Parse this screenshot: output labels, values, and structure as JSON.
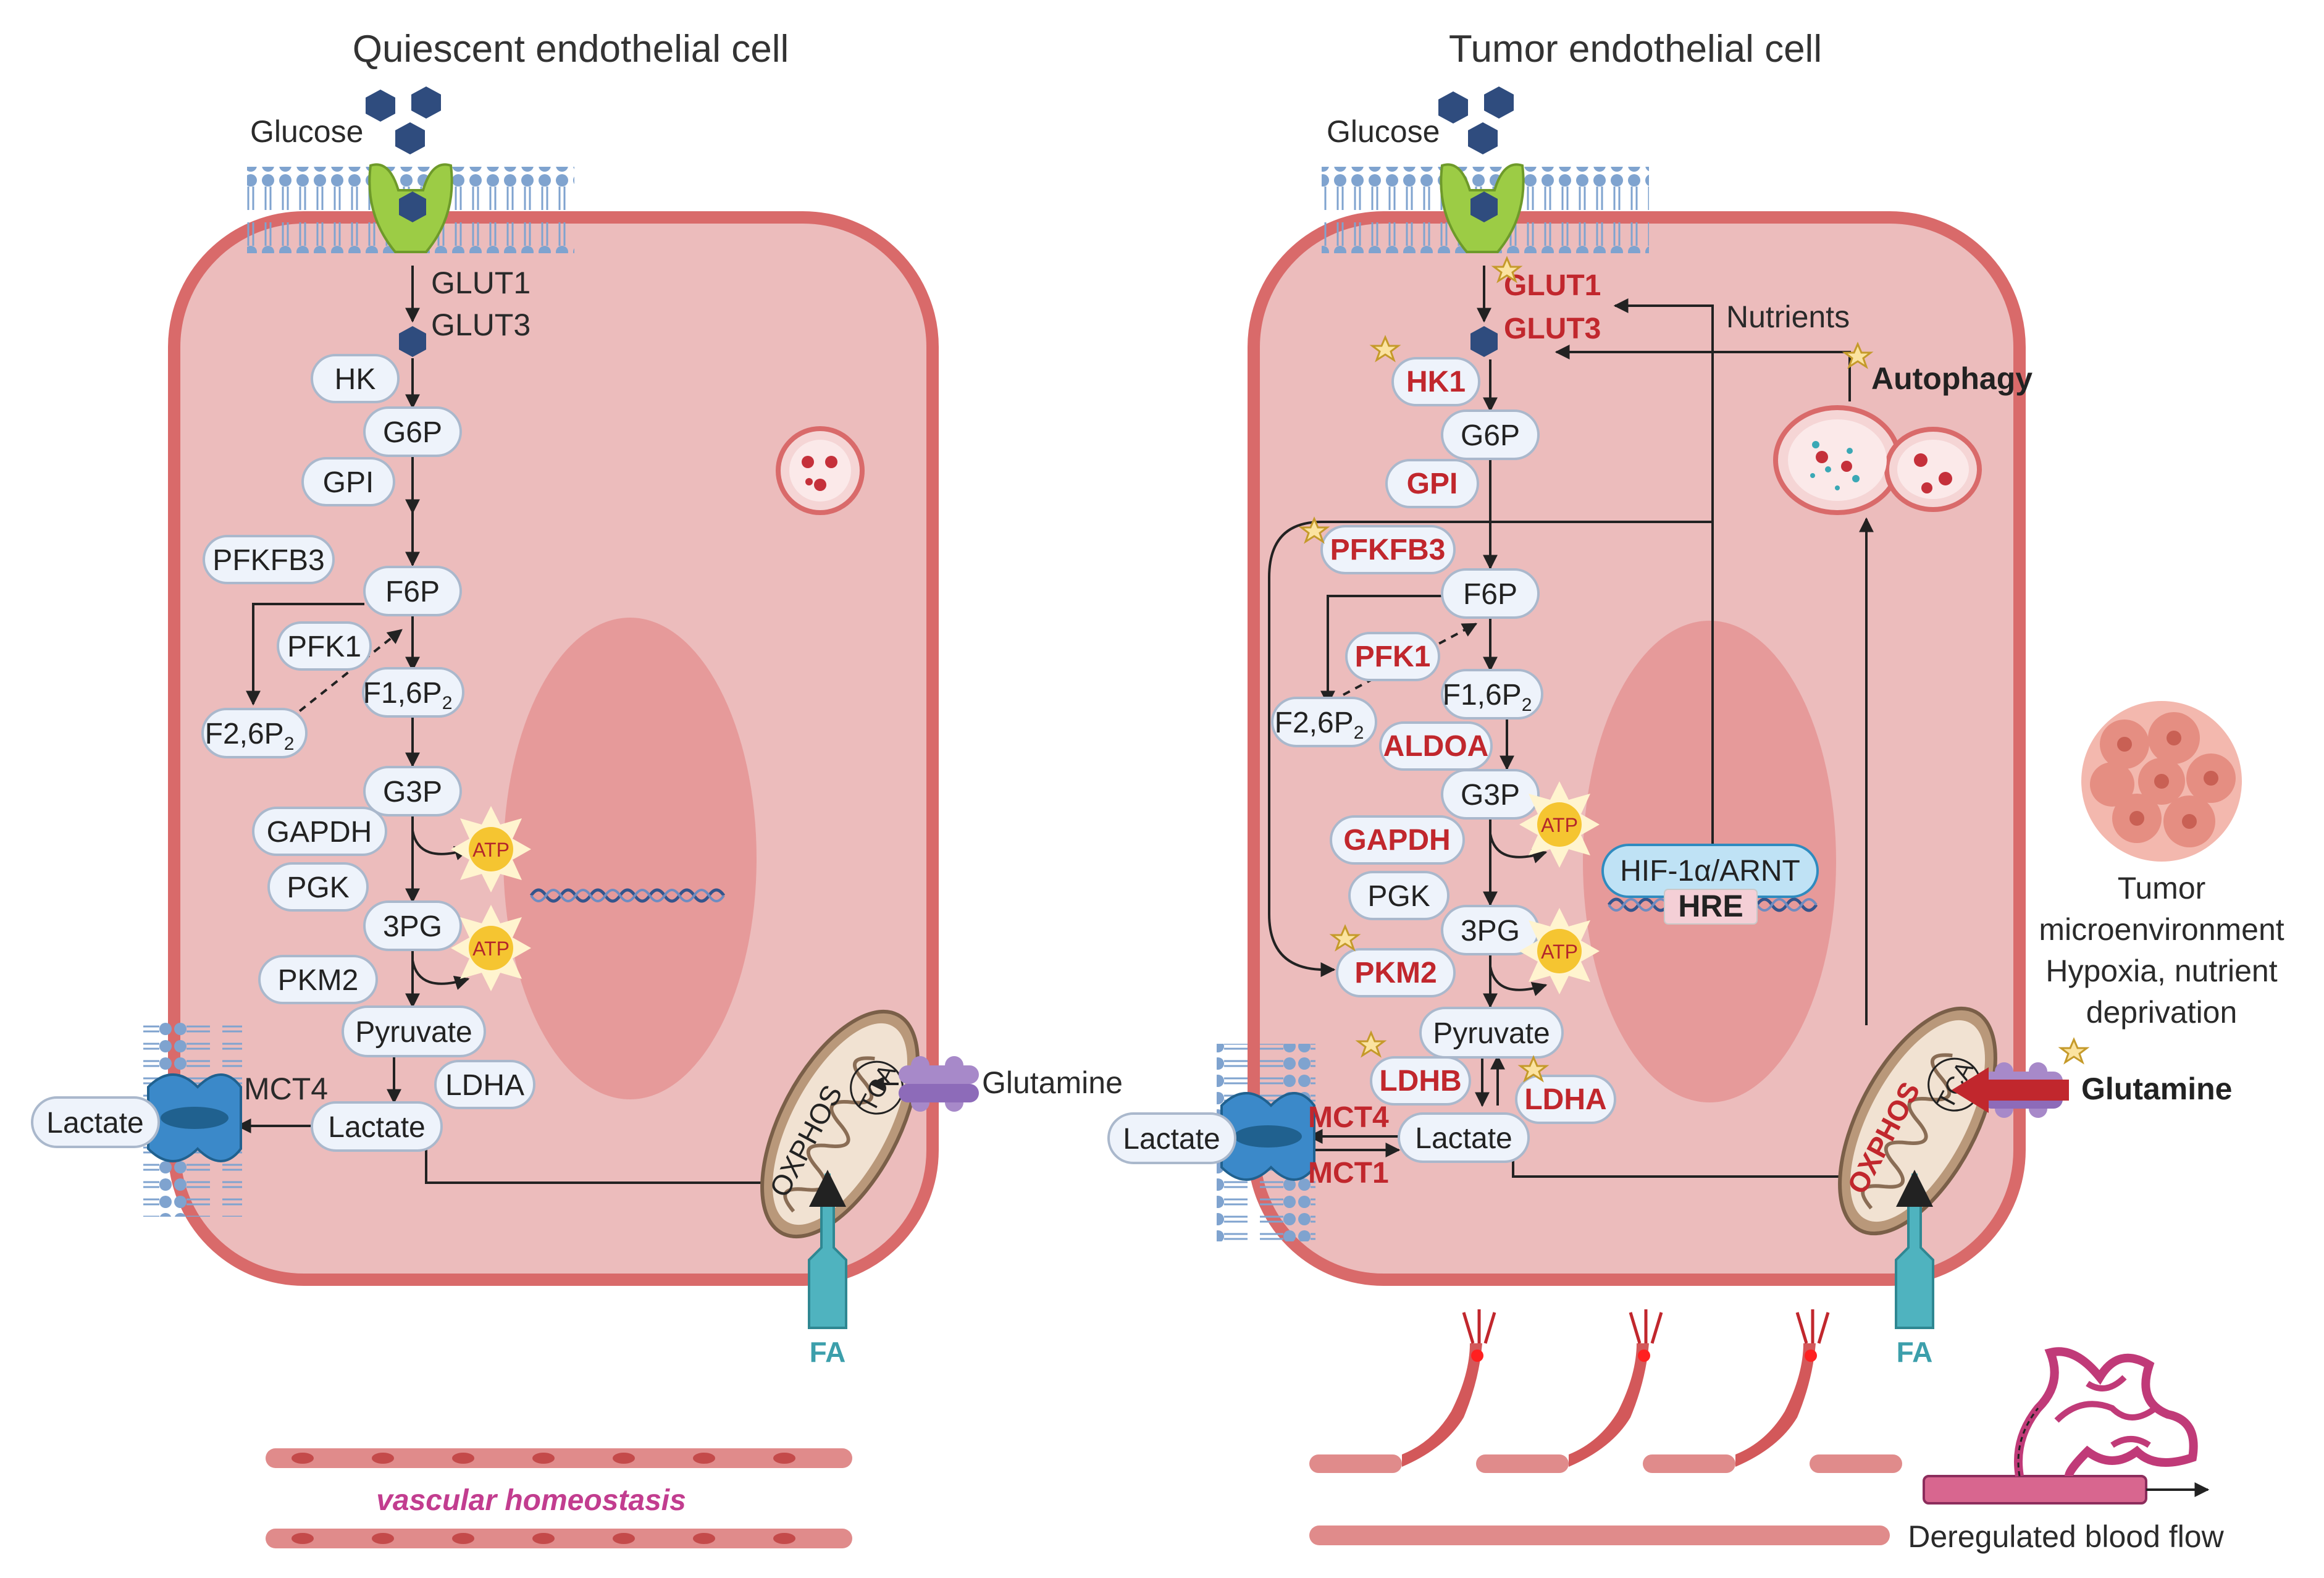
{
  "left": {
    "title": "Quiescent endothelial cell",
    "glucose": "Glucose",
    "glut1": "GLUT1",
    "glut3": "GLUT3",
    "hk": "HK",
    "g6p": "G6P",
    "gpi": "GPI",
    "pfkfb3": "PFKFB3",
    "f6p": "F6P",
    "pfk1": "PFK1",
    "f16p2": "F1,6P",
    "f26p2": "F2,6P",
    "sub2": "2",
    "g3p": "G3P",
    "gapdh": "GAPDH",
    "pgk": "PGK",
    "pg3": "3PG",
    "pkm2": "PKM2",
    "pyruvate": "Pyruvate",
    "ldha": "LDHA",
    "lactate_in": "Lactate",
    "lactate_out": "Lactate",
    "mct4": "MCT4",
    "atp": "ATP",
    "oxphos": "OXPHOS",
    "tca": "TCA",
    "glutamine": "Glutamine",
    "fa": "FA",
    "caption": "vascular homeostasis"
  },
  "right": {
    "title": "Tumor endothelial cell",
    "glucose": "Glucose",
    "glut1": "GLUT1",
    "glut3": "GLUT3",
    "nutrients": "Nutrients",
    "autophagy": "Autophagy",
    "hk1": "HK1",
    "g6p": "G6P",
    "gpi": "GPI",
    "pfkfb3": "PFKFB3",
    "f6p": "F6P",
    "pfk1": "PFK1",
    "f16p2": "F1,6P",
    "f26p2": "F2,6P",
    "sub2": "2",
    "aldoa": "ALDOA",
    "g3p": "G3P",
    "gapdh": "GAPDH",
    "pgk": "PGK",
    "pg3": "3PG",
    "pkm2": "PKM2",
    "pyruvate": "Pyruvate",
    "ldhb": "LDHB",
    "ldha": "LDHA",
    "lactate_in": "Lactate",
    "lactate_out": "Lactate",
    "mct4": "MCT4",
    "mct1": "MCT1",
    "hif": "HIF-1α/ARNT",
    "hre": "HRE",
    "atp": "ATP",
    "oxphos": "OXPHOS",
    "tca": "TCA",
    "glutamine": "Glutamine",
    "fa": "FA",
    "tme_line1": "Tumor",
    "tme_line2": "microenvironment",
    "tme_line3": "Hypoxia, nutrient",
    "tme_line4": "deprivation",
    "caption": "Deregulated blood flow"
  },
  "colors": {
    "cell_fill": "#ecbcbc",
    "cell_stroke": "#d96a6a",
    "nucleus": "#e69a9a",
    "pill_fill": "#eef3fb",
    "pill_stroke": "#aab8cc",
    "glucose_hex": "#2f4c7e",
    "glut": "#9ccc45",
    "mct": "#3b89c9",
    "membrane": "#7fa3cf",
    "atp": "#f5c531",
    "red_label": "#c1272d",
    "fa": "#4fb3bf",
    "glutamine": "#a789c9",
    "mito": "#b9987a",
    "caption_magenta": "#c23d8f"
  }
}
